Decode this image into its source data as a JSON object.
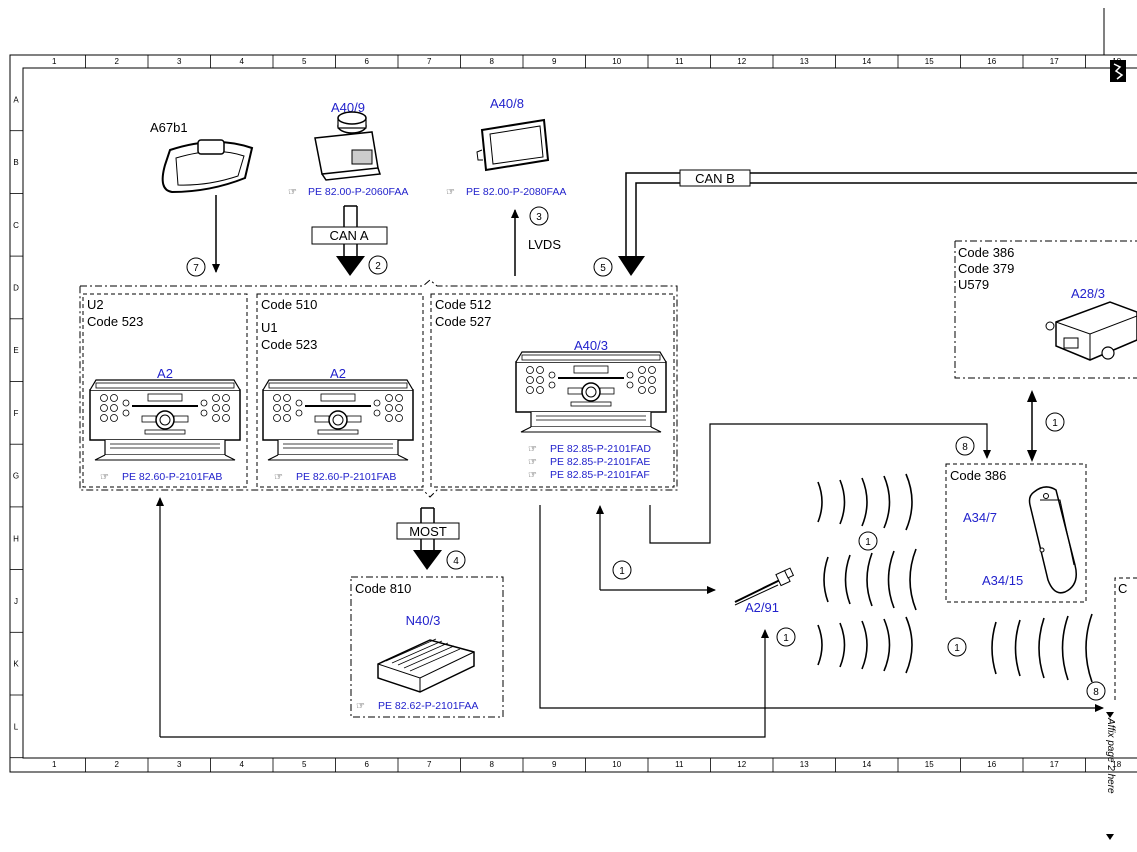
{
  "grid": {
    "columns": [
      "1",
      "2",
      "3",
      "4",
      "5",
      "6",
      "7",
      "8",
      "9",
      "10",
      "11",
      "12",
      "13",
      "14",
      "15",
      "16",
      "17",
      "18"
    ],
    "rows": [
      "A",
      "B",
      "C",
      "D",
      "E",
      "F",
      "G",
      "H",
      "J",
      "K",
      "L"
    ]
  },
  "components": {
    "mirror": "A67b1",
    "control_unit": "A40/9",
    "display": "A40/8",
    "radio_left": "A2",
    "radio_mid": "A2",
    "radio_right": "A40/3",
    "amplifier": "N40/3",
    "antenna": "A2/91",
    "bluetooth_module": "A28/3",
    "phone_cradle_1": "A34/7",
    "phone_cradle_2": "A34/15"
  },
  "refs": {
    "ref_a409": "PE 82.00-P-2060FAA",
    "ref_a408": "PE 82.00-P-2080FAA",
    "ref_a2_left": "PE 82.60-P-2101FAB",
    "ref_a2_mid": "PE 82.60-P-2101FAB",
    "ref_a403_1": "PE 82.85-P-2101FAD",
    "ref_a403_2": "PE 82.85-P-2101FAE",
    "ref_a403_3": "PE 82.85-P-2101FAF",
    "ref_n403": "PE 82.62-P-2101FAA"
  },
  "buses": {
    "can_a": "CAN A",
    "can_b": "CAN B",
    "lvds": "LVDS",
    "most": "MOST"
  },
  "boxes": {
    "left_l1": "U2",
    "left_l2": "Code 523",
    "mid_l1": "Code 510",
    "mid_l2": "U1",
    "mid_l3": "Code 523",
    "right_l1": "Code 512",
    "right_l2": "Code 527",
    "amp_l1": "Code 810",
    "bt_l1": "Code 386",
    "bt_l2": "Code 379",
    "bt_l3": "U579",
    "cradle_l1": "Code 386",
    "edge_box": "C"
  },
  "callouts": {
    "c1": "1",
    "c2": "2",
    "c3": "3",
    "c4": "4",
    "c5": "5",
    "c7": "7",
    "c8": "8"
  },
  "note": "Affix page 2 here"
}
